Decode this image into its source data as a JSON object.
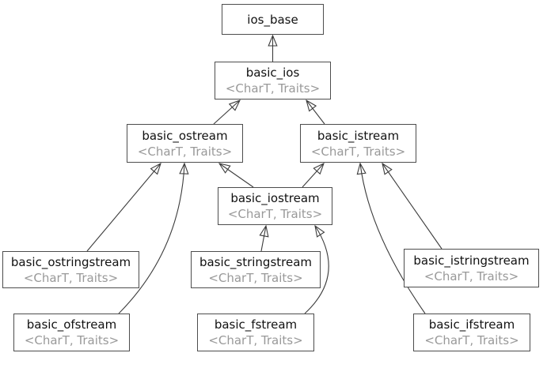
{
  "diagram": {
    "type": "class-inheritance",
    "subject": "C++ iostream class hierarchy",
    "template_suffix": "<CharT, Traits>",
    "nodes": [
      {
        "id": "ios_base",
        "label": "ios_base",
        "template": ""
      },
      {
        "id": "basic_ios",
        "label": "basic_ios",
        "template": "<CharT, Traits>"
      },
      {
        "id": "basic_ostream",
        "label": "basic_ostream",
        "template": "<CharT, Traits>"
      },
      {
        "id": "basic_istream",
        "label": "basic_istream",
        "template": "<CharT, Traits>"
      },
      {
        "id": "basic_iostream",
        "label": "basic_iostream",
        "template": "<CharT, Traits>"
      },
      {
        "id": "basic_ostringstream",
        "label": "basic_ostringstream",
        "template": "<CharT, Traits>"
      },
      {
        "id": "basic_stringstream",
        "label": "basic_stringstream",
        "template": "<CharT, Traits>"
      },
      {
        "id": "basic_istringstream",
        "label": "basic_istringstream",
        "template": "<CharT, Traits>"
      },
      {
        "id": "basic_ofstream",
        "label": "basic_ofstream",
        "template": "<CharT, Traits>"
      },
      {
        "id": "basic_fstream",
        "label": "basic_fstream",
        "template": "<CharT, Traits>"
      },
      {
        "id": "basic_ifstream",
        "label": "basic_ifstream",
        "template": "<CharT, Traits>"
      }
    ],
    "edges": [
      {
        "from": "basic_ios",
        "to": "ios_base",
        "relation": "inherits"
      },
      {
        "from": "basic_ostream",
        "to": "basic_ios",
        "relation": "inherits"
      },
      {
        "from": "basic_istream",
        "to": "basic_ios",
        "relation": "inherits"
      },
      {
        "from": "basic_iostream",
        "to": "basic_ostream",
        "relation": "inherits"
      },
      {
        "from": "basic_iostream",
        "to": "basic_istream",
        "relation": "inherits"
      },
      {
        "from": "basic_ostringstream",
        "to": "basic_ostream",
        "relation": "inherits"
      },
      {
        "from": "basic_ofstream",
        "to": "basic_ostream",
        "relation": "inherits"
      },
      {
        "from": "basic_stringstream",
        "to": "basic_iostream",
        "relation": "inherits"
      },
      {
        "from": "basic_fstream",
        "to": "basic_iostream",
        "relation": "inherits"
      },
      {
        "from": "basic_istringstream",
        "to": "basic_istream",
        "relation": "inherits"
      },
      {
        "from": "basic_ifstream",
        "to": "basic_istream",
        "relation": "inherits"
      }
    ],
    "colors": {
      "background": "#ffffff",
      "box_fill": "#ffffff",
      "box_border": "#4d4d4d",
      "label_text": "#111111",
      "template_text": "#999999",
      "edge_line": "#3c3c3c"
    }
  }
}
